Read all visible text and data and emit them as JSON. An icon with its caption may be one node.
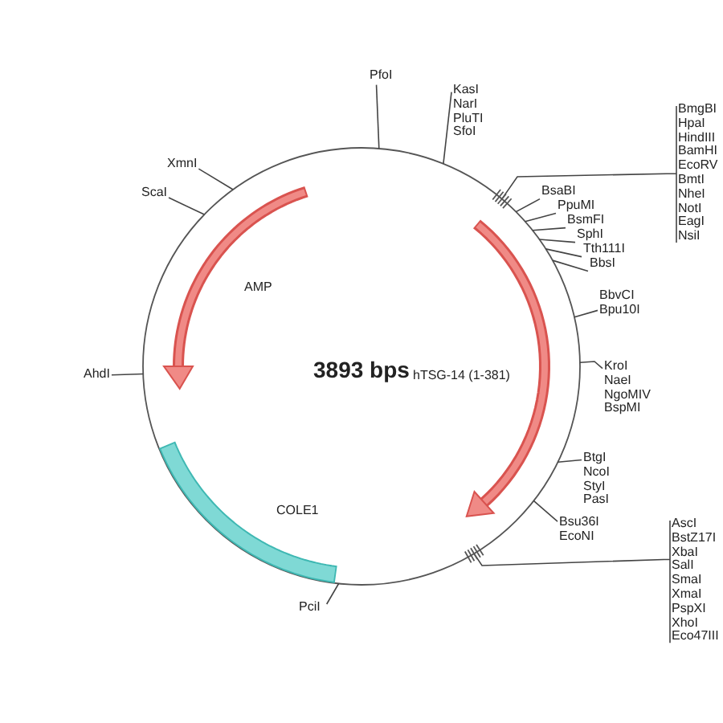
{
  "diagram": {
    "nodes": [
      {
        "text": [
          "PfoI"
        ]
      },
      {
        "text": [
          "KasI",
          "NarI",
          "PluTI",
          "SfoI"
        ]
      },
      {
        "text": [
          "BmgBI",
          "HpaI",
          "HindIII",
          "BamHI",
          "EcoRV",
          "BmtI",
          "NheI",
          "NotI",
          "EagI",
          "NsiI"
        ]
      },
      {
        "text": [
          "BsaBI"
        ]
      },
      {
        "text": [
          "PpuMI"
        ]
      },
      {
        "text": [
          "BsmFI"
        ]
      },
      {
        "text": [
          "SphI"
        ]
      },
      {
        "text": [
          "Tth111I"
        ]
      },
      {
        "text": [
          "BbsI"
        ]
      },
      {
        "text": [
          "BbvCI",
          "Bpu10I"
        ]
      },
      {
        "text": [
          "KroI",
          "NaeI",
          "NgoMIV",
          "BspMI"
        ]
      },
      {
        "text": [
          "BtgI",
          "NcoI",
          "StyI",
          "PasI"
        ]
      },
      {
        "text": [
          "Bsu36I",
          "EcoNI"
        ]
      },
      {
        "text": [
          "AscI",
          "BstZ17I",
          "XbaI",
          "SalI",
          "SmaI",
          "XmaI",
          "PspXI",
          "XhoI",
          "Eco47III"
        ]
      },
      {
        "text": [
          "PciI"
        ]
      },
      {
        "text": [
          "AhdI"
        ]
      },
      {
        "text": [
          "ScaI"
        ]
      },
      {
        "text": [
          "XmnI"
        ]
      },
      {
        "text": [],
        "shape": "circle"
      }
    ],
    "edges": [
      {
        "from": 0,
        "to": 18,
        "arrow": "none"
      },
      {
        "from": 1,
        "to": 18,
        "arrow": "none"
      },
      {
        "from": 2,
        "to": 18,
        "arrow": "none"
      },
      {
        "from": 3,
        "to": 18,
        "arrow": "none"
      },
      {
        "from": 4,
        "to": 18,
        "arrow": "none"
      },
      {
        "from": 5,
        "to": 18,
        "arrow": "none"
      },
      {
        "from": 6,
        "to": 18,
        "arrow": "none"
      },
      {
        "from": 7,
        "to": 18,
        "arrow": "none"
      },
      {
        "from": 8,
        "to": 18,
        "arrow": "none"
      },
      {
        "from": 9,
        "to": 18,
        "arrow": "none"
      },
      {
        "from": 10,
        "to": 18,
        "arrow": "none"
      },
      {
        "from": 11,
        "to": 18,
        "arrow": "none"
      },
      {
        "from": 12,
        "to": 18,
        "arrow": "none"
      },
      {
        "from": 13,
        "to": 18,
        "arrow": "none"
      },
      {
        "from": 14,
        "to": 18,
        "arrow": "none"
      },
      {
        "from": 15,
        "to": 18,
        "arrow": "none"
      },
      {
        "from": 16,
        "to": 18,
        "arrow": "none"
      },
      {
        "from": 17,
        "to": 18,
        "arrow": "none"
      }
    ],
    "labels": [
      "AMP",
      "3893 bps",
      "hTSG-14 (1-381)",
      "COLE1"
    ]
  }
}
